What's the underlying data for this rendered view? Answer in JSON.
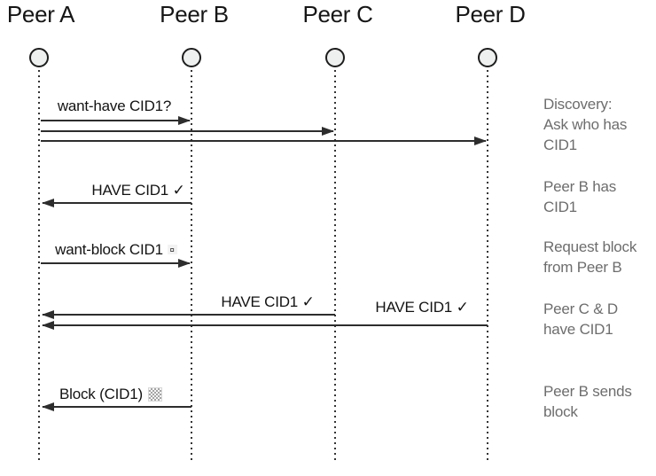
{
  "diagram_type": "sequence-diagram",
  "peers": [
    {
      "name": "Peer A"
    },
    {
      "name": "Peer B"
    },
    {
      "name": "Peer C"
    },
    {
      "name": "Peer D"
    }
  ],
  "messages": [
    {
      "label": "want-have CID1?",
      "from": "Peer A",
      "to": "Peer B"
    },
    {
      "label": "",
      "from": "Peer A",
      "to": "Peer C"
    },
    {
      "label": "",
      "from": "Peer A",
      "to": "Peer D"
    },
    {
      "label": "HAVE CID1 ✓",
      "from": "Peer B",
      "to": "Peer A"
    },
    {
      "label": "want-block CID1",
      "icon": "block-request-icon",
      "from": "Peer A",
      "to": "Peer B"
    },
    {
      "label": "HAVE CID1 ✓",
      "from": "Peer C",
      "to": "Peer A"
    },
    {
      "label": "HAVE CID1 ✓",
      "from": "Peer D",
      "to": "Peer A"
    },
    {
      "label": "Block (CID1)",
      "icon": "block-data-icon",
      "from": "Peer B",
      "to": "Peer A"
    }
  ],
  "annotations": [
    {
      "text": "Discovery:\nAsk who has\nCID1"
    },
    {
      "text": "Peer B has\nCID1"
    },
    {
      "text": "Request block\nfrom Peer B"
    },
    {
      "text": "Peer C & D\nhave CID1"
    },
    {
      "text": "Peer B sends\nblock"
    }
  ],
  "colors": {
    "line": "#2d2d2d",
    "label_text": "#131313",
    "annotation_text": "#6d6d6d",
    "node_fill": "#eef0ef",
    "node_stroke": "#1c1c1c"
  }
}
